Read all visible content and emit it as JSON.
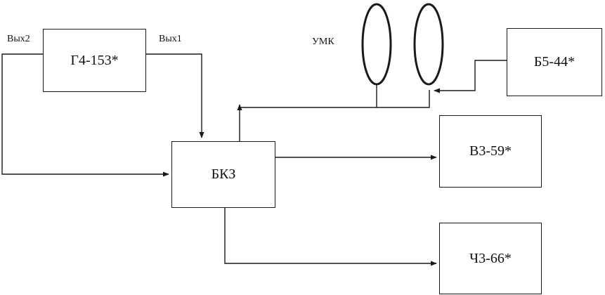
{
  "blocks": {
    "generator": "Г4-153*",
    "power_supply": "Б5-44*",
    "bkz": "БКЗ",
    "voltmeter": "В3-59*",
    "frequency_meter": "Ч3-66*"
  },
  "labels": {
    "out2": "Вых2",
    "out1": "Вых1",
    "umk": "УМК"
  }
}
